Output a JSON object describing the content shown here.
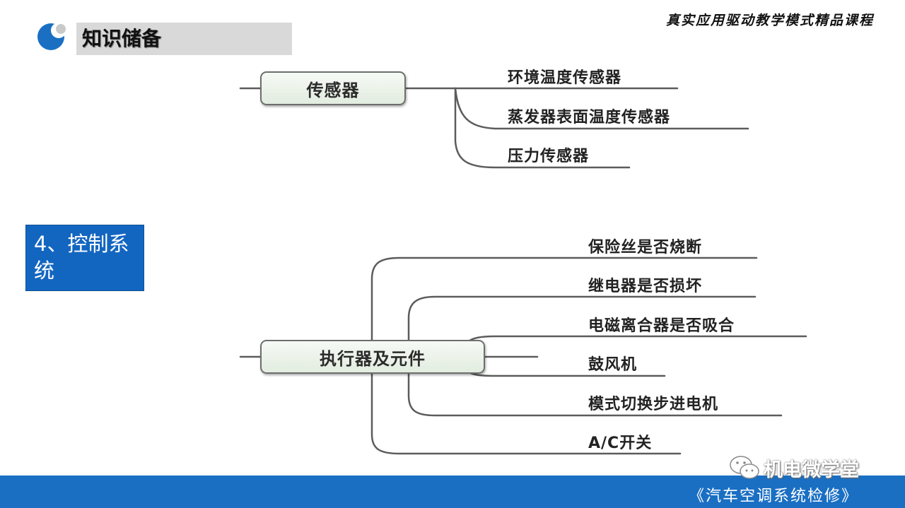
{
  "top_slogan": "真实应用驱动教学模式精品课程",
  "header": {
    "title": "知识储备"
  },
  "section": {
    "label": "4、控制系统"
  },
  "sensors": {
    "node": "传感器",
    "branches": [
      "环境温度传感器",
      "蒸发器表面温度传感器",
      "压力传感器"
    ]
  },
  "actuators": {
    "node": "执行器及元件",
    "branches": [
      "保险丝是否烧断",
      "继电器是否损坏",
      "电磁离合器是否吸合",
      "鼓风机",
      "模式切换步进电机",
      "A/C开关"
    ]
  },
  "footer": {
    "caption": "《汽车空调系统检修》"
  },
  "watermark": {
    "text": "机电微学堂"
  },
  "colors": {
    "blue": "#1366c0",
    "bar": "#1a6fc3",
    "header_gray": "#d9d9d9",
    "line": "#5c5c5c"
  }
}
